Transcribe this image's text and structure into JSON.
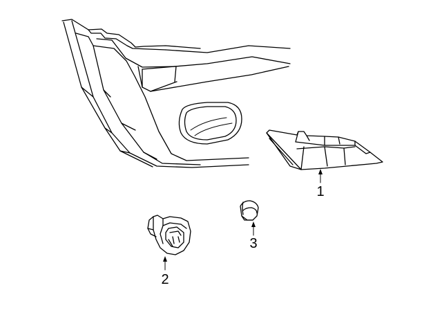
{
  "callouts": [
    {
      "id": "part-1",
      "label": "1"
    },
    {
      "id": "part-2",
      "label": "2"
    },
    {
      "id": "part-3",
      "label": "3"
    }
  ],
  "colors": {
    "stroke": "#000000",
    "background": "#ffffff"
  }
}
